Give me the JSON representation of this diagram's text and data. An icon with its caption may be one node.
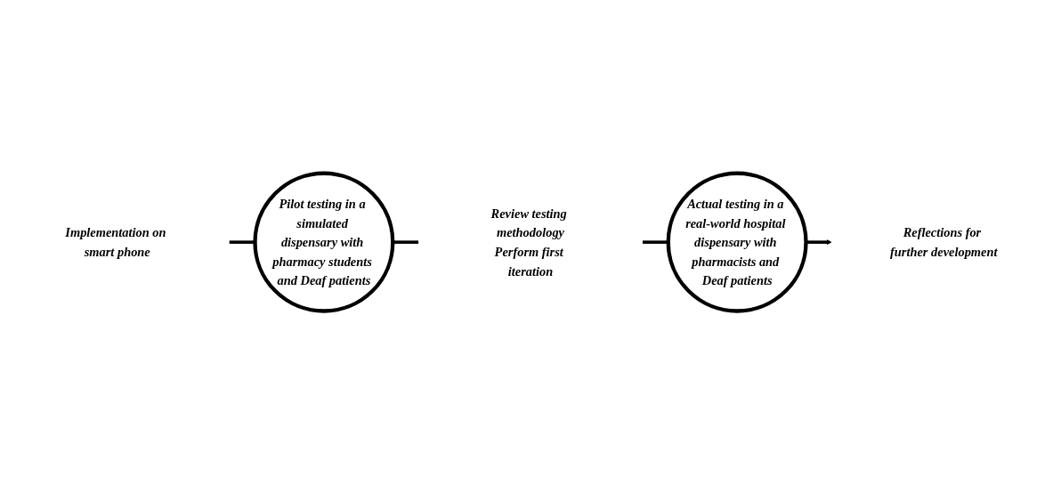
{
  "diagram": {
    "nodes": [
      {
        "text": [
          "Implementation on smart phone"
        ]
      },
      {
        "text": [
          "Pilot testing in a simulated dispensary with pharmacy students and Deaf patients"
        ]
      },
      {
        "text": [
          "Review testing methodology",
          "Perform first iteration"
        ]
      },
      {
        "text": [
          "Actual testing in a real-world hospital dispensary with pharmacists and Deaf patients"
        ]
      },
      {
        "text": [
          "Reflections for further development"
        ]
      }
    ],
    "edges": [
      {
        "from": 0,
        "to": 1,
        "arrow": "none"
      },
      {
        "from": 1,
        "to": 2,
        "arrow": "none"
      },
      {
        "from": 2,
        "to": 3,
        "arrow": "none"
      },
      {
        "from": 3,
        "to": 4,
        "arrow": "to"
      }
    ]
  }
}
